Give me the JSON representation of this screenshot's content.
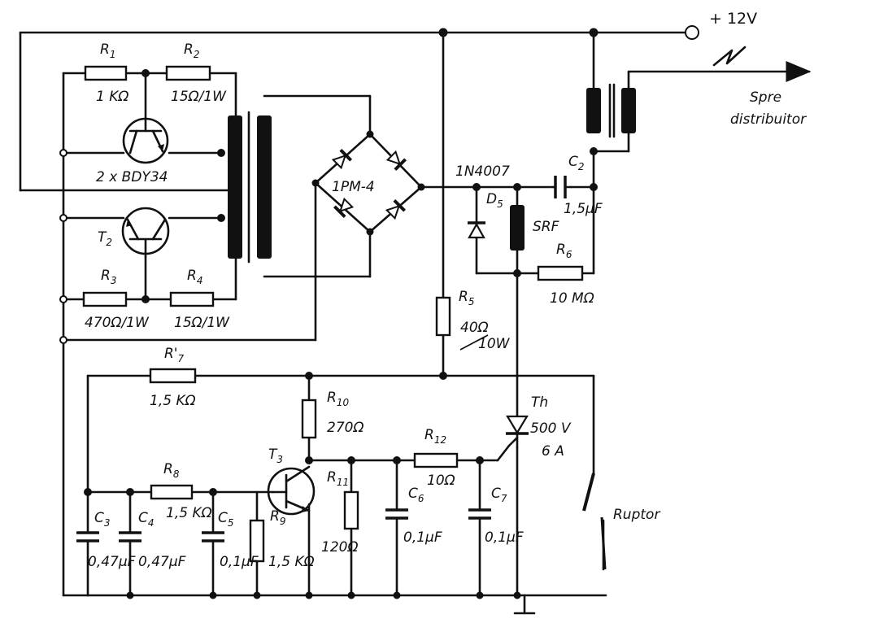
{
  "supply": {
    "label": "+ 12V"
  },
  "output": {
    "line1": "Spre",
    "line2": "distribuitor"
  },
  "components": {
    "R1": {
      "letter": "R",
      "sub": "1",
      "value": "1 KΩ"
    },
    "R2": {
      "letter": "R",
      "sub": "2",
      "value": "15Ω/1W"
    },
    "T1": {
      "value": "2 x BDY34"
    },
    "T2": {
      "letter": "T",
      "sub": "2"
    },
    "R3": {
      "letter": "R",
      "sub": "3",
      "value": "470Ω/1W"
    },
    "R4": {
      "letter": "R",
      "sub": "4",
      "value": "15Ω/1W"
    },
    "bridge": {
      "value": "1PM-4"
    },
    "D5": {
      "part": "1N4007",
      "letter": "D",
      "sub": "5"
    },
    "C2": {
      "letter": "C",
      "sub": "2",
      "value": "1,5μF"
    },
    "SRF": {
      "value": "SRF"
    },
    "R6": {
      "letter": "R",
      "sub": "6",
      "value": "10 MΩ"
    },
    "R5": {
      "letter": "R",
      "sub": "5",
      "value": "40Ω",
      "power": "10W"
    },
    "R7": {
      "letter": "R'",
      "sub": "7",
      "value": "1,5 KΩ"
    },
    "R10": {
      "letter": "R",
      "sub": "10",
      "value": "270Ω"
    },
    "R12": {
      "letter": "R",
      "sub": "12",
      "value": "10Ω"
    },
    "Th": {
      "letter": "Th",
      "voltage": "500 V",
      "current": "6 A"
    },
    "T3": {
      "letter": "T",
      "sub": "3"
    },
    "R8": {
      "letter": "R",
      "sub": "8",
      "value": "1,5 KΩ"
    },
    "R11": {
      "letter": "R",
      "sub": "11",
      "value": "120Ω"
    },
    "C3": {
      "letter": "C",
      "sub": "3",
      "value": "0,47μF"
    },
    "C4": {
      "letter": "C",
      "sub": "4",
      "value": "0,47μF"
    },
    "C5": {
      "letter": "C",
      "sub": "5",
      "value": "0,1μF"
    },
    "R9": {
      "letter": "R",
      "sub": "9",
      "value": "1,5 KΩ"
    },
    "C6": {
      "letter": "C",
      "sub": "6",
      "value": "0,1μF"
    },
    "C7": {
      "letter": "C",
      "sub": "7",
      "value": "0,1μF"
    },
    "ruptor": {
      "value": "Ruptor"
    }
  }
}
